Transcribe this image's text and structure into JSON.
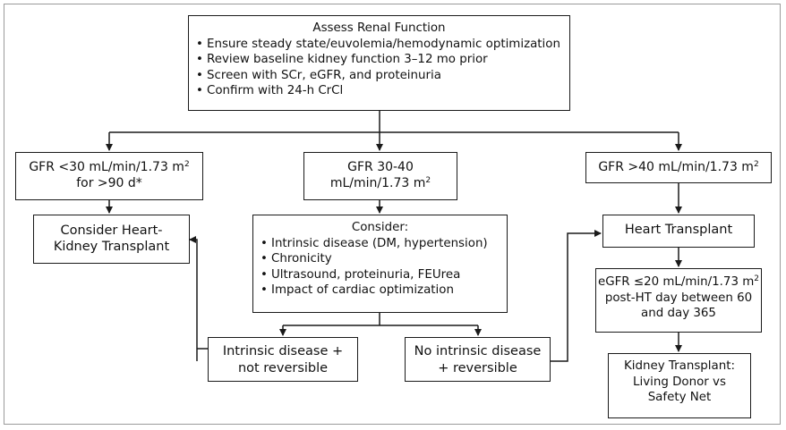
{
  "assess": {
    "title": "Assess Renal Function",
    "items": [
      "Ensure steady state/euvolemia/hemodynamic optimization",
      "Review baseline kidney function 3–12 mo prior",
      "Screen with SCr, eGFR, and proteinuria",
      "Confirm with 24-h CrCl"
    ]
  },
  "gfr_low": {
    "line1_pre": "GFR <30 mL/min/1.73 m",
    "sup": "2",
    "line2": "for >90 d*"
  },
  "gfr_mid": {
    "line1": "GFR 30-40",
    "line2_pre": "mL/min/1.73 m",
    "sup": "2"
  },
  "gfr_high": {
    "line1_pre": "GFR >40 mL/min/1.73 m",
    "sup": "2"
  },
  "heart_kidney": {
    "line1": "Consider Heart-",
    "line2": "Kidney Transplant"
  },
  "consider": {
    "title": "Consider:",
    "items": [
      "Intrinsic disease (DM, hypertension)",
      "Chronicity",
      "Ultrasound, proteinuria, FEUrea",
      "Impact of cardiac optimization"
    ]
  },
  "intrinsic": {
    "line1": "Intrinsic disease +",
    "line2": "not reversible"
  },
  "no_intrinsic": {
    "line1": "No intrinsic disease",
    "line2": "+ reversible"
  },
  "heart_transplant": {
    "label": "Heart Transplant"
  },
  "egfr": {
    "line1_pre": "eGFR ≤20 mL/min/1.73  m",
    "sup": "2",
    "line2": "post-HT day between 60",
    "line3": "and day 365"
  },
  "kidney_transplant": {
    "line1": "Kidney Transplant:",
    "line2": "Living Donor vs",
    "line3": "Safety Net"
  }
}
